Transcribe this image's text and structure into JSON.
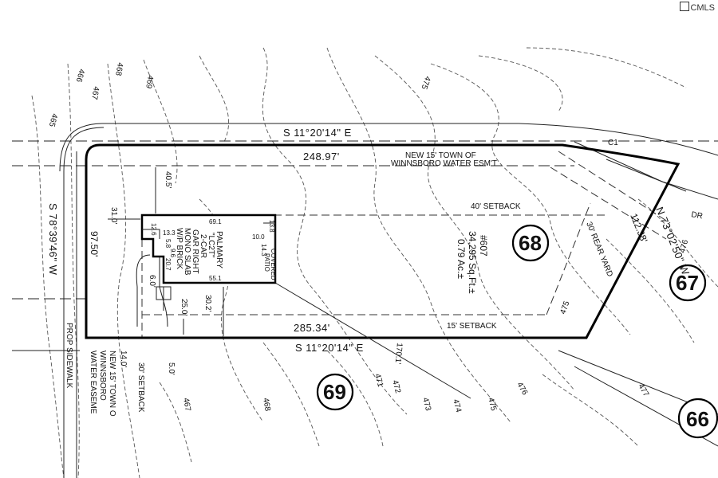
{
  "watermark": {
    "text": "CMLS"
  },
  "contours": [
    "465",
    "466",
    "467",
    "468",
    "469",
    "475",
    "475",
    "471",
    "472",
    "473",
    "474",
    "475",
    "476",
    "477",
    "476",
    "467",
    "468"
  ],
  "streets": {
    "top_bearing": "S 11°20'14\" E",
    "bottom_bearing": "S 11°20'14\" E",
    "left_bearing": "S 78°39'46\" W",
    "right_bearing": "N 73°02'50\" W",
    "curve": "C1",
    "drive": "DR"
  },
  "dimensions": {
    "top": "248.97'",
    "bottom": "285.34'",
    "right": "112.38'",
    "left": "97.50'",
    "front_to_house": "40.5'",
    "left_to_house": "31.0'",
    "house_to_bottom": "30.2'",
    "side_25": "25.0'",
    "side_6": "6.0'",
    "side_5": "5.0'",
    "side_14": "14.0'",
    "diag_170": "170.1'"
  },
  "easements": {
    "top": "NEW 15' TOWN OF",
    "top2": "WINNSBORO WATER ESM'T",
    "left1": "NEW 15' TOWN O",
    "left2": "WINNSBORO",
    "left3": "WATER EASEME",
    "sidewalk": "PROP SIDEWALK"
  },
  "setbacks": {
    "front": "40' SETBACK",
    "side": "15' SETBACK",
    "rear": "30' REAR YARD",
    "bottom": "30' SETBACK"
  },
  "lot": {
    "number": "68",
    "id": "#607",
    "sqft": "34,295 Sq.Ft.±",
    "acres": "0.79 Ac.±"
  },
  "neighbors": {
    "right": "67",
    "bottom": "69",
    "bottom_right": "66"
  },
  "house": {
    "model": "PALMARY",
    "code": "\"LC2T\"",
    "car": "2-CAR",
    "garage": "GAR RIGHT",
    "slab": "MONO SLAB",
    "brick": "W/P BRICK",
    "dims": {
      "d69": "69.1",
      "d551": "55.1",
      "d126": "12.6",
      "d133": "13.3",
      "d58": "5.8",
      "d96": "9.6",
      "d207": "20.7",
      "d100": "10.0",
      "d138": "13.8",
      "d143": "14.3"
    },
    "patio1": "COVERED",
    "patio2": "PATIO"
  }
}
